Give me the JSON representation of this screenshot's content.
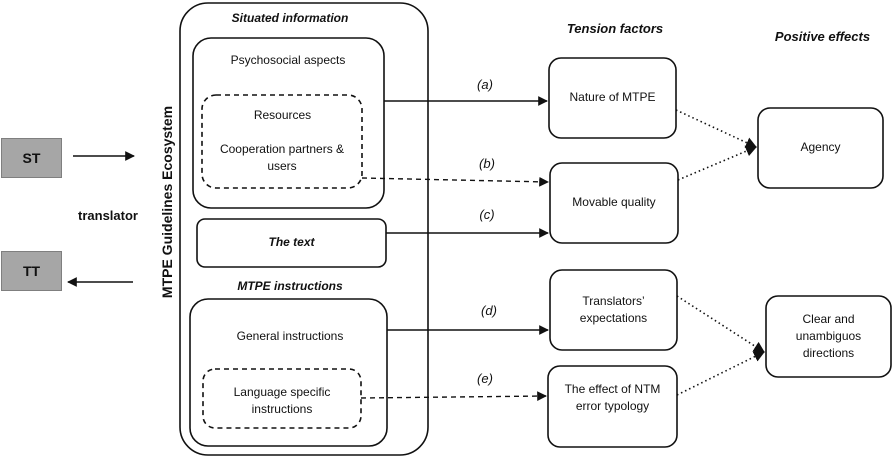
{
  "source_text": "ST",
  "target_text": "TT",
  "translator_label": "translator",
  "ecosystem_label": "MTPE Guidelines Ecosystem",
  "situated_information": {
    "heading": "Situated information",
    "psychosocial": "Psychosocial aspects",
    "resources": "Resources",
    "cooperation": "Cooperation partners & users"
  },
  "the_text": "The text",
  "mtpe_instructions": {
    "heading": "MTPE instructions",
    "general": "General instructions",
    "language_specific": "Language specific instructions"
  },
  "tension_factors": {
    "heading": "Tension factors",
    "items": [
      "Nature of MTPE",
      "Movable quality",
      "Translators’ expectations",
      "The effect of NTM error typology"
    ]
  },
  "positive_effects": {
    "heading": "Positive effects",
    "items": [
      "Agency",
      "Clear and unambiguos directions"
    ]
  },
  "arrow_labels": [
    "(a)",
    "(b)",
    "(c)",
    "(d)",
    "(e)"
  ]
}
